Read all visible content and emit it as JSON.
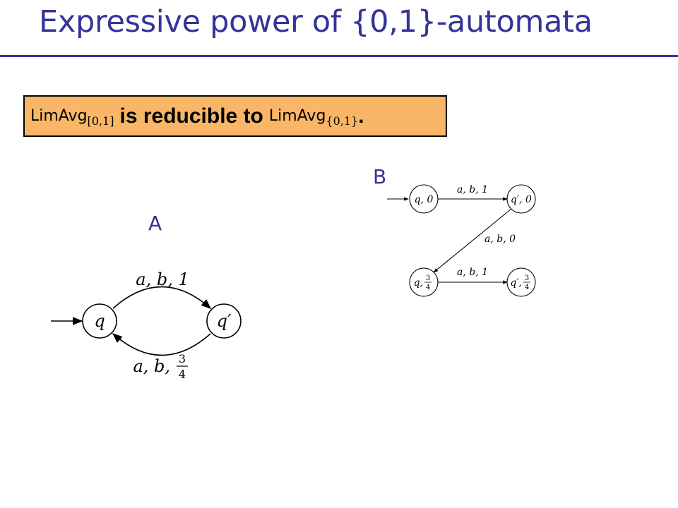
{
  "slide": {
    "title": "Expressive power of {0,1}-automata",
    "title_color": "#333399",
    "box_color": "#f9b666"
  },
  "claim": {
    "lhs_name": "LimAvg",
    "lhs_sub": "[0,1]",
    "middle": "is reducible to",
    "rhs_name": "LimAvg",
    "rhs_sub": "{0,1}",
    "end": "."
  },
  "panel_a": {
    "label": "A",
    "states": [
      {
        "name": "q",
        "initial": true
      },
      {
        "name": "q′",
        "initial": false
      }
    ],
    "edges": [
      {
        "from": "q",
        "to": "q′",
        "label": "a, b, 1"
      },
      {
        "from": "q′",
        "to": "q",
        "label_prefix": "a, b,",
        "fraction": {
          "num": "3",
          "den": "4"
        }
      }
    ]
  },
  "panel_b": {
    "label": "B",
    "states": [
      {
        "name": "q, 0",
        "initial": true
      },
      {
        "name": "q′, 0",
        "initial": false
      },
      {
        "name_prefix": "q,",
        "fraction": {
          "num": "3",
          "den": "4"
        },
        "initial": false
      },
      {
        "name_prefix": "q′,",
        "fraction": {
          "num": "3",
          "den": "4"
        },
        "initial": false
      }
    ],
    "edges": [
      {
        "from": "q, 0",
        "to": "q′, 0",
        "label": "a, b, 1"
      },
      {
        "from": "q′, 0",
        "to": "q, 3/4",
        "label": "a, b, 0"
      },
      {
        "from": "q, 3/4",
        "to": "q′, 3/4",
        "label": "a, b, 1"
      }
    ]
  }
}
